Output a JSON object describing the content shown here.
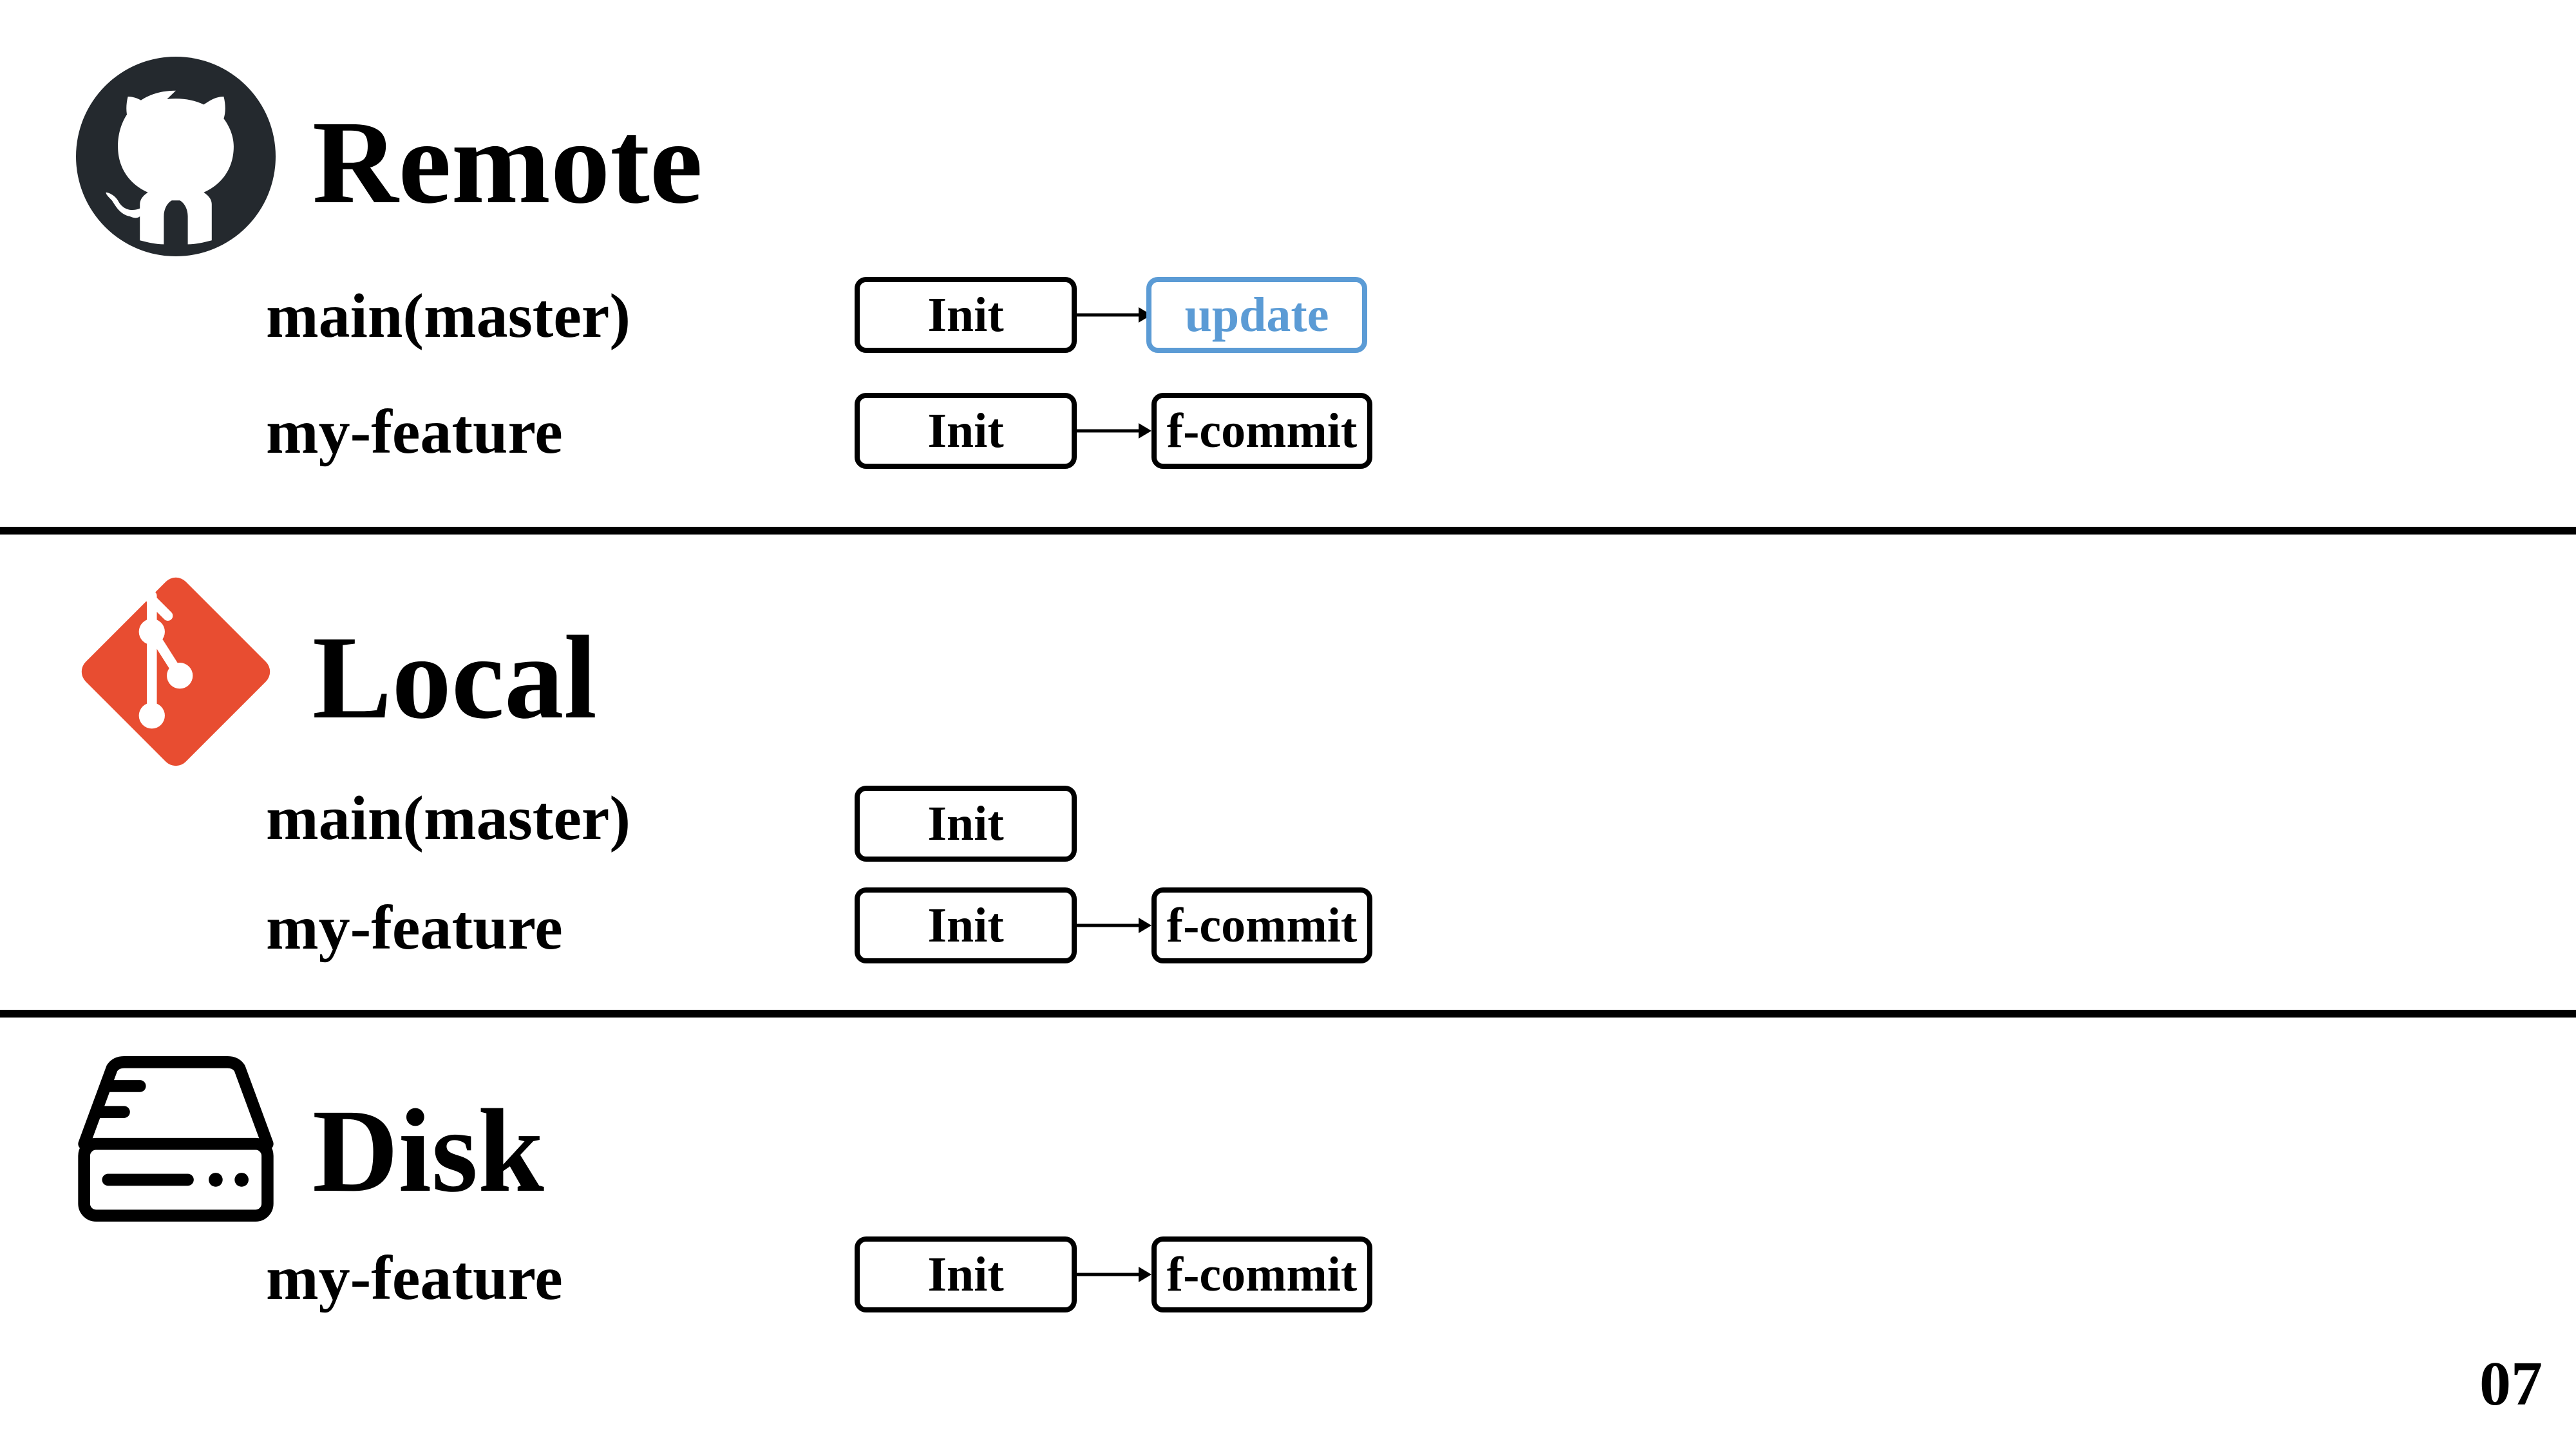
{
  "sections": {
    "remote": {
      "title": "Remote",
      "icon": "github-icon",
      "branches": [
        {
          "name": "main(master)",
          "commits": [
            "Init",
            "update"
          ]
        },
        {
          "name": "my-feature",
          "commits": [
            "Init",
            "f-commit"
          ]
        }
      ]
    },
    "local": {
      "title": "Local",
      "icon": "git-icon",
      "branches": [
        {
          "name": "main(master)",
          "commits": [
            "Init"
          ]
        },
        {
          "name": "my-feature",
          "commits": [
            "Init",
            "f-commit"
          ]
        }
      ]
    },
    "disk": {
      "title": "Disk",
      "icon": "hard-drive-icon",
      "branches": [
        {
          "name": "my-feature",
          "commits": [
            "Init",
            "f-commit"
          ]
        }
      ]
    }
  },
  "colors": {
    "highlight": "#5b9bd5",
    "git_red": "#e84d31",
    "github_dark": "#24292e"
  },
  "page_number": "07"
}
